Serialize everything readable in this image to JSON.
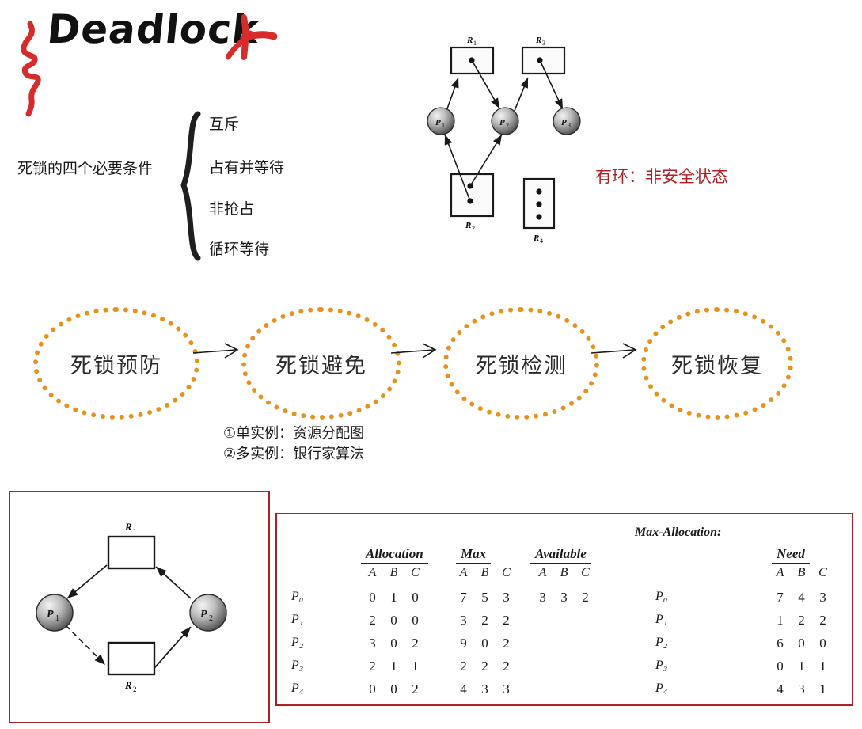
{
  "title": {
    "text": "Deadlock",
    "decor_left": "red-squiggle",
    "decor_right": "red-x-mark",
    "accent_color": "#d72c2c"
  },
  "conditions": {
    "label": "死锁的四个必要条件",
    "items": [
      "互斥",
      "占有并等待",
      "非抢占",
      "循环等待"
    ]
  },
  "rag_top": {
    "resources": [
      {
        "id": "R1",
        "label": "R₁",
        "instances": 1,
        "shape": "wide-box"
      },
      {
        "id": "R3",
        "label": "R₃",
        "instances": 1,
        "shape": "wide-box"
      },
      {
        "id": "R2",
        "label": "R₂",
        "instances": 2,
        "shape": "square-box"
      },
      {
        "id": "R4",
        "label": "R₄",
        "instances": 3,
        "shape": "tall-box"
      }
    ],
    "processes": [
      {
        "id": "P1",
        "label": "P₁"
      },
      {
        "id": "P2",
        "label": "P₂"
      },
      {
        "id": "P3",
        "label": "P₃"
      }
    ],
    "edges": [
      {
        "from": "P1",
        "to": "R1",
        "kind": "request"
      },
      {
        "from": "R1",
        "to": "P2",
        "kind": "assignment"
      },
      {
        "from": "P2",
        "to": "R3",
        "kind": "request"
      },
      {
        "from": "R3",
        "to": "P3",
        "kind": "assignment"
      },
      {
        "from": "R2",
        "to": "P1",
        "kind": "assignment"
      },
      {
        "from": "R2",
        "to": "P2",
        "kind": "assignment"
      },
      {
        "from": "P2",
        "to": "R2",
        "kind": "request"
      }
    ],
    "annotation": "有环：非安全状态",
    "annotation_color": "#b11f24"
  },
  "flow": {
    "nodes": [
      "死锁预防",
      "死锁避免",
      "死锁检测",
      "死锁恢复"
    ],
    "arrows": [
      "→",
      "→",
      "→"
    ],
    "ellipse_color": "#e8921e",
    "note_lines": [
      "①单实例：资源分配图",
      "②多实例：银行家算法"
    ]
  },
  "rag_bottom": {
    "border_color": "#b02025",
    "resources": [
      {
        "id": "R1",
        "label": "R₁",
        "instances": 0
      },
      {
        "id": "R2",
        "label": "R₂",
        "instances": 0
      }
    ],
    "processes": [
      {
        "id": "P1",
        "label": "P₁"
      },
      {
        "id": "P2",
        "label": "P₂"
      }
    ],
    "edges": [
      {
        "from": "R1",
        "to": "P1",
        "kind": "assignment",
        "style": "solid"
      },
      {
        "from": "P2",
        "to": "R1",
        "kind": "request",
        "style": "solid"
      },
      {
        "from": "P1",
        "to": "R2",
        "kind": "claim",
        "style": "dashed"
      },
      {
        "from": "R2",
        "to": "P2",
        "kind": "assignment",
        "style": "solid"
      }
    ]
  },
  "banker": {
    "border_color": "#b02025",
    "title": "Max-Allocation:",
    "resource_headers": [
      "A",
      "B",
      "C"
    ],
    "process_labels": [
      "P₀",
      "P₁",
      "P₂",
      "P₃",
      "P₄"
    ],
    "tables": [
      {
        "name": "Allocation",
        "rows": [
          [
            "0",
            "1",
            "0"
          ],
          [
            "2",
            "0",
            "0"
          ],
          [
            "3",
            "0",
            "2"
          ],
          [
            "2",
            "1",
            "1"
          ],
          [
            "0",
            "0",
            "2"
          ]
        ]
      },
      {
        "name": "Max",
        "rows": [
          [
            "7",
            "5",
            "3"
          ],
          [
            "3",
            "2",
            "2"
          ],
          [
            "9",
            "0",
            "2"
          ],
          [
            "2",
            "2",
            "2"
          ],
          [
            "4",
            "3",
            "3"
          ]
        ]
      },
      {
        "name": "Available",
        "rows": [
          [
            "3",
            "3",
            "2"
          ]
        ]
      },
      {
        "name": "Need",
        "rows": [
          [
            "7",
            "4",
            "3"
          ],
          [
            "1",
            "2",
            "2"
          ],
          [
            "6",
            "0",
            "0"
          ],
          [
            "0",
            "1",
            "1"
          ],
          [
            "4",
            "3",
            "1"
          ]
        ]
      }
    ]
  }
}
